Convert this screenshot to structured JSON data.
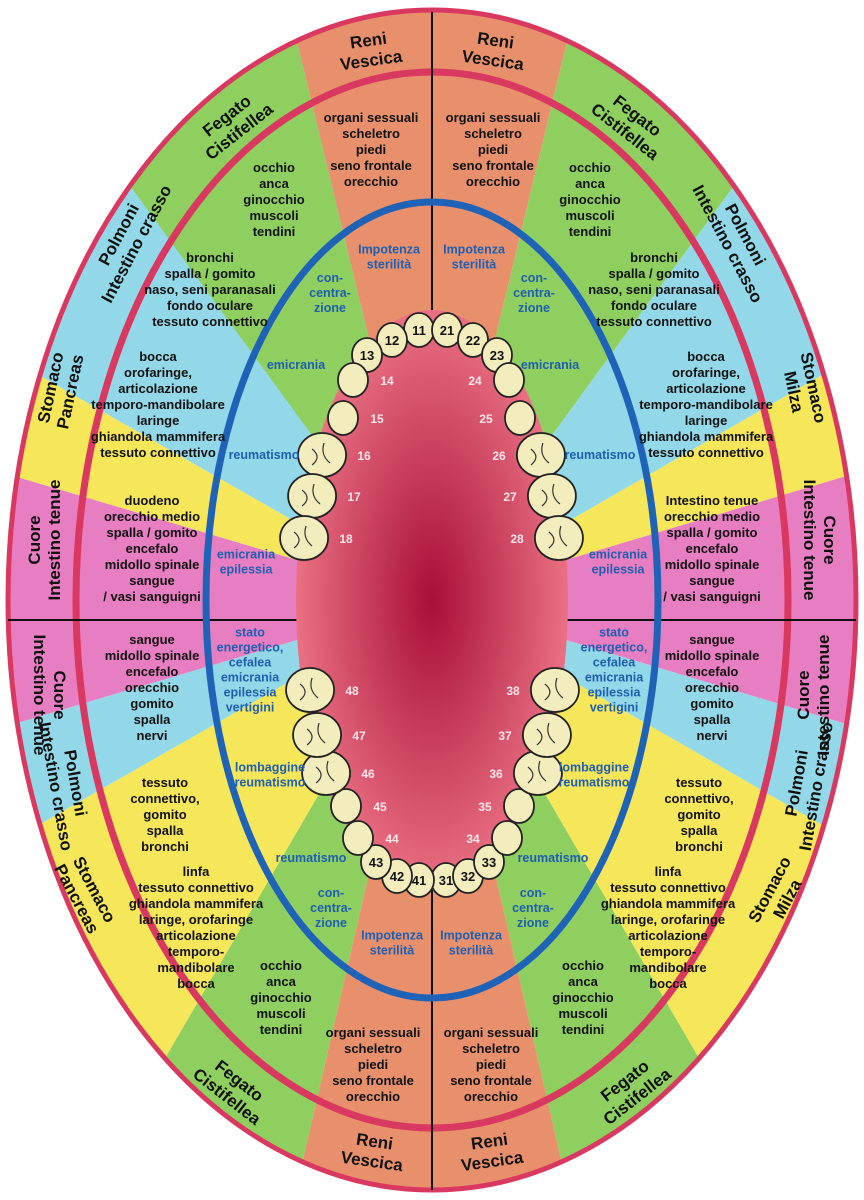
{
  "colors": {
    "salmon": "#e8906c",
    "green": "#8fcf5f",
    "cyan": "#93d8e8",
    "yellow": "#f6e65a",
    "pink": "#e87ec2",
    "ring": "#d93860",
    "arch": "#1e63b8",
    "mouth_center": "#a80f38",
    "mouth_edge": "#f07a8a",
    "tooth": "#f3edbd",
    "divider": "#111111"
  },
  "sectors": [
    {
      "id": "s1",
      "quadrant": "upper-right",
      "teeth": "11 21",
      "color": "salmon",
      "organs": [
        "Reni",
        "Vescica"
      ],
      "body": [
        "organi sessuali",
        "scheletro",
        "piedi",
        "seno frontale",
        "orecchio"
      ],
      "conditions": [
        "Impotenza",
        "sterilità"
      ]
    },
    {
      "id": "s2",
      "quadrant": "upper-right",
      "teeth": "22",
      "color": "green",
      "organs": [
        "Fegato",
        "Cistifellea"
      ],
      "body": [
        "occhio",
        "anca",
        "ginocchio",
        "muscoli",
        "tendini"
      ],
      "conditions": [
        "con-",
        "centra-",
        "zione"
      ]
    },
    {
      "id": "s3",
      "quadrant": "upper-right",
      "teeth": "23 24",
      "color": "cyan",
      "organs": [
        "Polmoni",
        "Intestino crasso"
      ],
      "body": [
        "bronchi",
        "spalla / gomito",
        "naso, seni paranasali",
        "fondo oculare",
        "tessuto connettivo"
      ],
      "conditions": [
        "emicrania"
      ]
    },
    {
      "id": "s4",
      "quadrant": "upper-right",
      "teeth": "25 26",
      "color": "yellow",
      "organs": [
        "Stomaco",
        "Milza"
      ],
      "body": [
        "bocca",
        "orofaringe,",
        "articolazione",
        "temporo-mandibolare",
        "laringe",
        "ghiandola mammifera",
        "tessuto connettivo"
      ],
      "conditions": [
        "reumatismo"
      ]
    },
    {
      "id": "s5",
      "quadrant": "upper-right",
      "teeth": "27 28",
      "color": "pink",
      "organs": [
        "Cuore",
        "Intestino tenue"
      ],
      "body": [
        "Intestino tenue",
        "orecchio medio",
        "spalla / gomito",
        "encefalo",
        "midollo spinale",
        "sangue",
        "/ vasi sanguigni"
      ],
      "conditions": [
        "emicrania",
        "epilessia"
      ]
    },
    {
      "id": "s6",
      "quadrant": "lower-right",
      "teeth": "37 38",
      "color": "pink",
      "organs": [
        "Cuore",
        "Intestino tenue"
      ],
      "body": [
        "sangue",
        "midollo spinale",
        "encefalo",
        "orecchio",
        "gomito",
        "spalla",
        "nervi"
      ],
      "conditions": [
        "stato",
        "energetico,",
        "cefalea",
        "emicrania",
        "epilessia",
        "vertigini"
      ]
    },
    {
      "id": "s7",
      "quadrant": "lower-right",
      "teeth": "35 36",
      "color": "cyan",
      "organs": [
        "Polmoni",
        "Intestino crasso"
      ],
      "body": [
        "tessuto",
        "connettivo,",
        "gomito",
        "spalla",
        "bronchi"
      ],
      "conditions": [
        "lombaggine",
        "reumatismo"
      ]
    },
    {
      "id": "s8",
      "quadrant": "lower-right",
      "teeth": "33 34",
      "color": "yellow",
      "organs": [
        "Stomaco",
        "Milza"
      ],
      "body": [
        "linfa",
        "tessuto connettivo",
        "ghiandola mammifera",
        "laringe, orofaringe",
        "articolazione",
        "temporo-",
        "mandibolare",
        "bocca"
      ],
      "conditions": [
        "reumatismo"
      ]
    },
    {
      "id": "s9",
      "quadrant": "lower-right",
      "teeth": "32",
      "color": "green",
      "organs": [
        "Fegato",
        "Cistifellea"
      ],
      "body": [
        "occhio",
        "anca",
        "ginocchio",
        "muscoli",
        "tendini"
      ],
      "conditions": [
        "con-",
        "centra-",
        "zione"
      ]
    },
    {
      "id": "s10",
      "quadrant": "lower-right",
      "teeth": "31 41",
      "color": "salmon",
      "organs": [
        "Reni",
        "Vescica"
      ],
      "body": [
        "organi sessuali",
        "scheletro",
        "piedi",
        "seno frontale",
        "orecchio"
      ],
      "conditions": [
        "Impotenza",
        "sterilità"
      ]
    },
    {
      "id": "s11",
      "quadrant": "lower-left",
      "teeth": "42",
      "color": "green",
      "organs": [
        "Fegato",
        "Cistifellea"
      ],
      "body": [
        "occhio",
        "anca",
        "ginocchio",
        "muscoli",
        "tendini"
      ],
      "conditions": [
        "con-",
        "centra-",
        "zione"
      ]
    },
    {
      "id": "s12",
      "quadrant": "lower-left",
      "teeth": "43 44",
      "color": "yellow",
      "organs": [
        "Stomaco",
        "Pancreas"
      ],
      "body": [
        "linfa",
        "tessuto connettivo",
        "ghiandola mammifera",
        "laringe, orofaringe",
        "articolazione",
        "temporo-",
        "mandibolare",
        "bocca"
      ],
      "conditions": [
        "reumatismo"
      ]
    },
    {
      "id": "s13",
      "quadrant": "lower-left",
      "teeth": "45 46",
      "color": "cyan",
      "organs": [
        "Polmoni",
        "Intestino crasso"
      ],
      "body": [
        "tessuto",
        "connettivo,",
        "gomito",
        "spalla",
        "bronchi"
      ],
      "conditions": [
        "lombaggine",
        "reumatismo"
      ]
    },
    {
      "id": "s14",
      "quadrant": "lower-left",
      "teeth": "47 48",
      "color": "pink",
      "organs": [
        "Cuore",
        "Intestino tenue"
      ],
      "body": [
        "sangue",
        "midollo spinale",
        "encefalo",
        "orecchio",
        "gomito",
        "spalla",
        "nervi"
      ],
      "conditions": [
        "stato",
        "energetico,",
        "cefalea",
        "emicrania",
        "epilessia",
        "vertigini"
      ]
    },
    {
      "id": "s15",
      "quadrant": "upper-left",
      "teeth": "17 18",
      "color": "pink",
      "organs": [
        "Cuore",
        "Intestino tenue"
      ],
      "body": [
        "duodeno",
        "orecchio medio",
        "spalla / gomito",
        "encefalo",
        "midollo spinale",
        "sangue",
        "/ vasi sanguigni"
      ],
      "conditions": [
        "emicrania",
        "epilessia"
      ]
    },
    {
      "id": "s16",
      "quadrant": "upper-left",
      "teeth": "15 16",
      "color": "yellow",
      "organs": [
        "Stomaco",
        "Pancreas"
      ],
      "body": [
        "bocca",
        "orofaringe,",
        "articolazione",
        "temporo-mandibolare",
        "laringe",
        "ghiandola mammifera",
        "tessuto connettivo"
      ],
      "conditions": [
        "reumatismo"
      ]
    },
    {
      "id": "s17",
      "quadrant": "upper-left",
      "teeth": "13 14",
      "color": "cyan",
      "organs": [
        "Polmoni",
        "Intestino crasso"
      ],
      "body": [
        "bronchi",
        "spalla / gomito",
        "naso, seni paranasali",
        "fondo oculare",
        "tessuto connettivo"
      ],
      "conditions": [
        "emicrania"
      ]
    },
    {
      "id": "s18",
      "quadrant": "upper-left",
      "teeth": "12",
      "color": "green",
      "organs": [
        "Fegato",
        "Cistifellea"
      ],
      "body": [
        "occhio",
        "anca",
        "ginocchio",
        "muscoli",
        "tendini"
      ],
      "conditions": [
        "con-",
        "centra-",
        "zione"
      ]
    }
  ],
  "teeth": [
    "11",
    "12",
    "13",
    "14",
    "15",
    "16",
    "17",
    "18",
    "21",
    "22",
    "23",
    "24",
    "25",
    "26",
    "27",
    "28",
    "31",
    "32",
    "33",
    "34",
    "35",
    "36",
    "37",
    "38",
    "41",
    "42",
    "43",
    "44",
    "45",
    "46",
    "47",
    "48"
  ]
}
